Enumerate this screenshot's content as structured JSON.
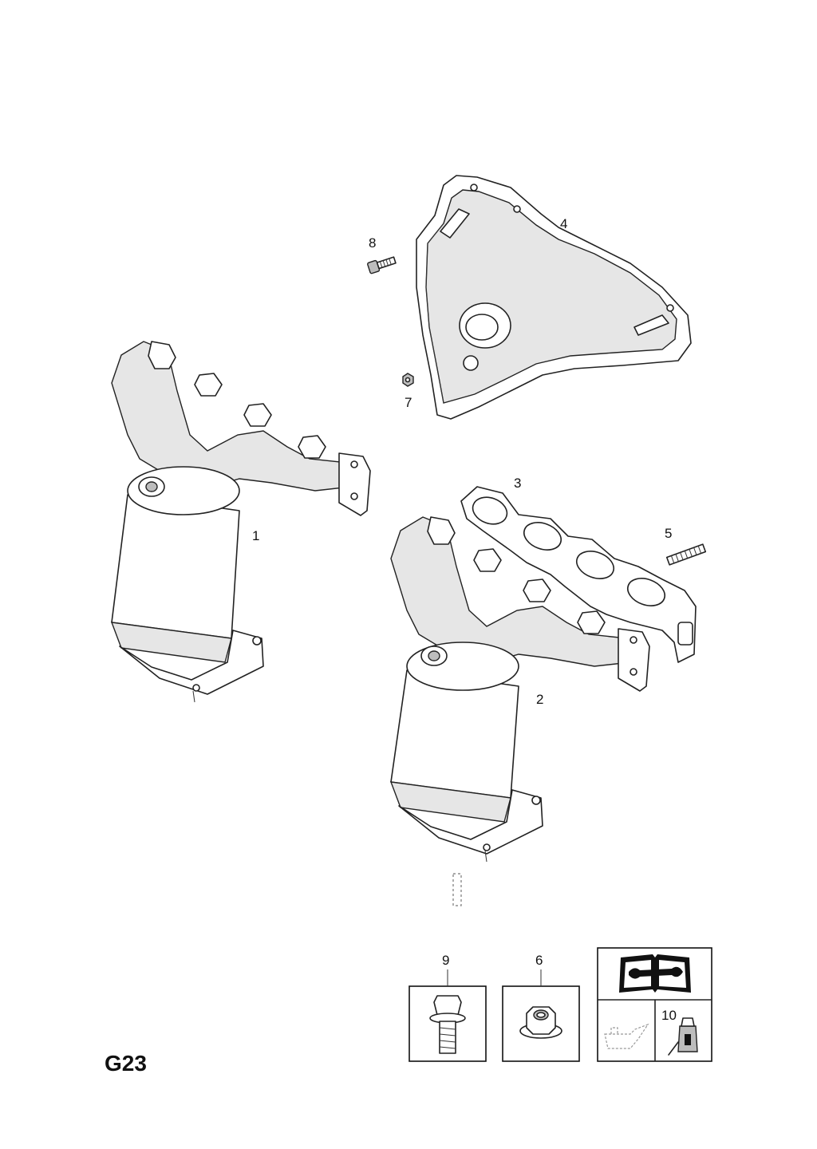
{
  "sheet_code": "G23",
  "callouts": {
    "c1": "1",
    "c2": "2",
    "c3": "3",
    "c4": "4",
    "c5": "5",
    "c6": "6",
    "c7": "7",
    "c8": "8",
    "c9": "9",
    "c10": "10"
  },
  "icons": {
    "manual": "repair-manual-book-wrench-icon",
    "oil": "oil-can-icon",
    "sealant": "sealant-tube-icon",
    "bolt": "flange-bolt-icon",
    "nut": "flange-nut-icon"
  }
}
